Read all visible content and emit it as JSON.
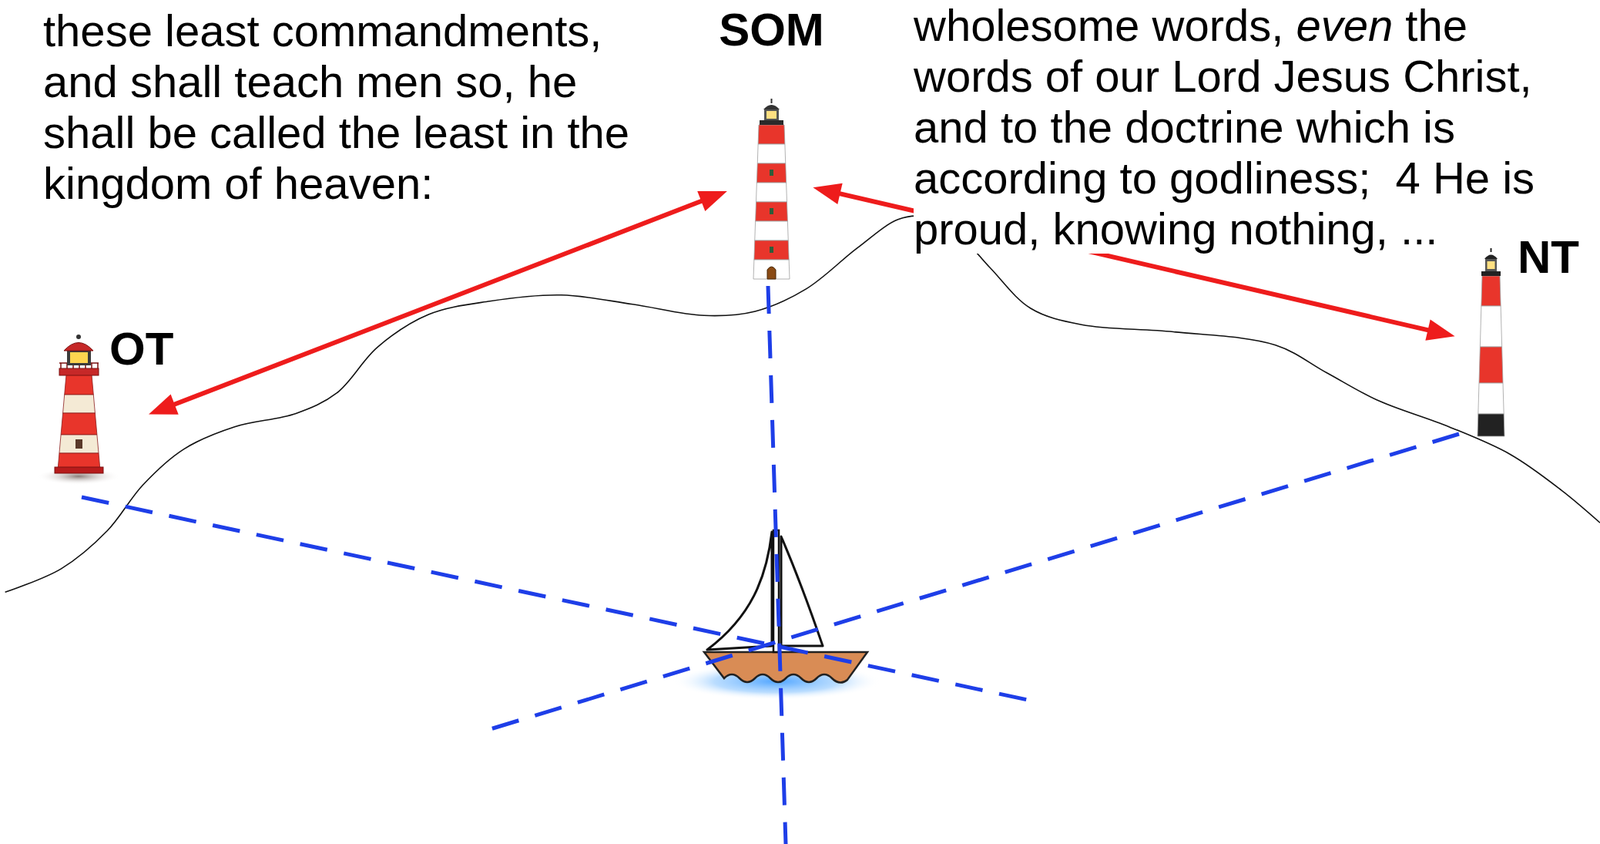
{
  "diagram": {
    "nodes": [
      {
        "text": [
          "OT"
        ]
      },
      {
        "text": [
          "SOM"
        ]
      },
      {
        "text": [
          "NT"
        ]
      }
    ],
    "edges": [
      {
        "from": 0,
        "to": 1,
        "arrow": "both"
      },
      {
        "from": 1,
        "to": 2,
        "arrow": "both"
      }
    ],
    "labels": [
      "these least commandments, and shall teach men so, he shall be called the least in the kingdom of heaven:",
      "wholesome words, even the words of our Lord Jesus Christ, and to the doctrine which is according to godliness;  4 He is proud, knowing nothing, ..."
    ]
  }
}
